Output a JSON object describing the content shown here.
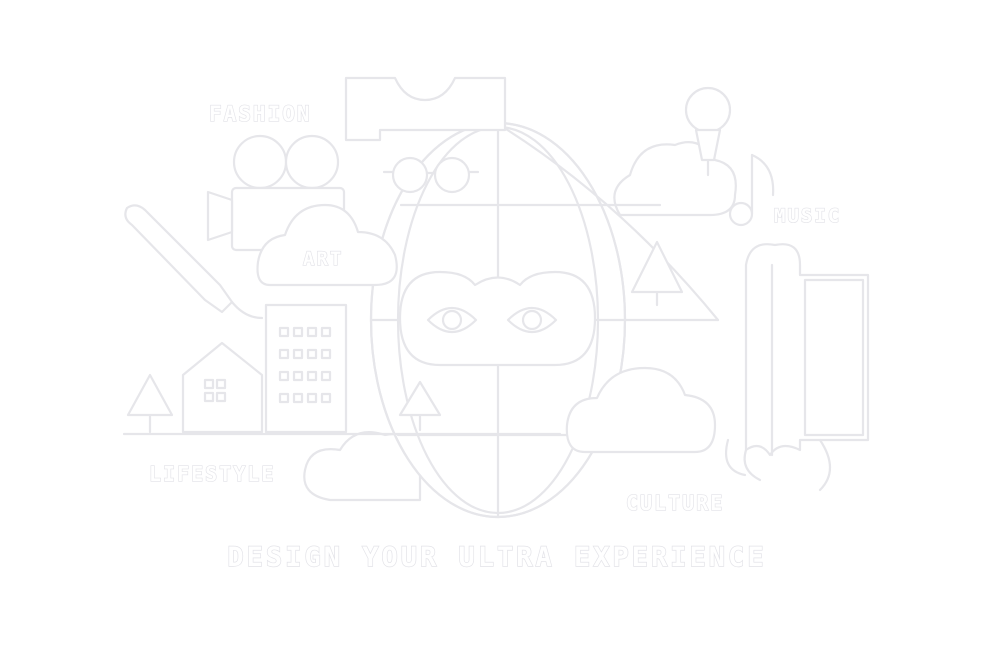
{
  "labels": {
    "fashion": "FASHION",
    "art": "ART",
    "music": "MUSIC",
    "lifestyle": "LIFESTYLE",
    "culture": "CULTURE"
  },
  "tagline": "DESIGN YOUR ULTRA EXPERIENCE",
  "colors": {
    "background": "#ffffff",
    "line": "#e6e6ea"
  },
  "icons": [
    "globe-icon",
    "eye-mask-icon",
    "glasses-icon",
    "film-camera-icon",
    "paintbrush-icon",
    "microphone-icon",
    "music-note-icon",
    "open-book-icon",
    "house-icon",
    "building-icon",
    "tree-icon",
    "cloud-icon",
    "t-shirt-icon"
  ]
}
